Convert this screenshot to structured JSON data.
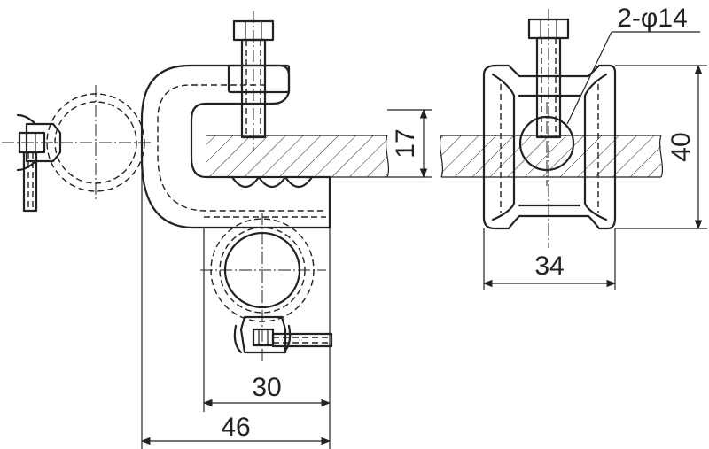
{
  "dimensions": {
    "beam_thickness": "17",
    "clamp_height": "40",
    "clamp_width": "34",
    "hole_spec": "2-φ14",
    "opening_width": "30",
    "overall_width": "46"
  }
}
